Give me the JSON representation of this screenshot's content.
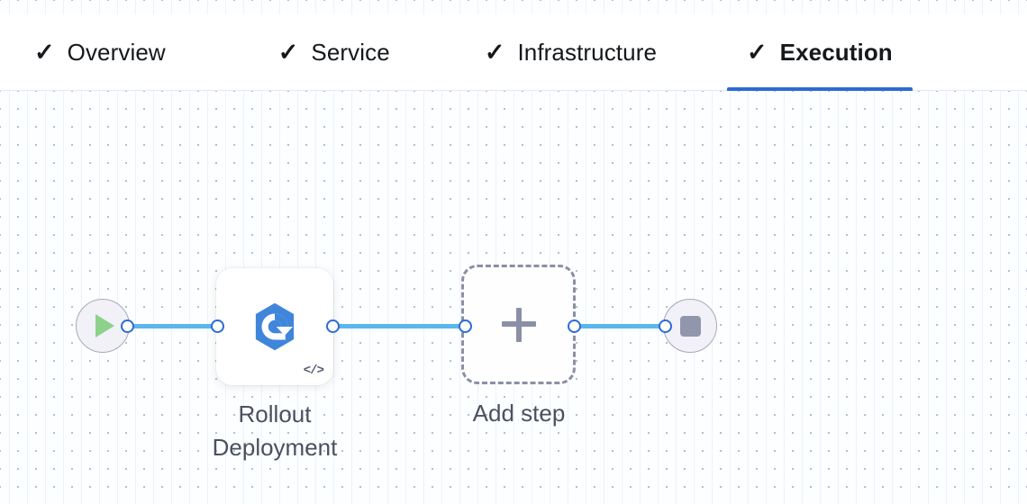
{
  "tabs": [
    {
      "label": "Overview",
      "icon": "check-icon",
      "state": "complete",
      "active": false
    },
    {
      "label": "Service",
      "icon": "check-icon",
      "state": "complete",
      "active": false
    },
    {
      "label": "Infrastructure",
      "icon": "check-icon",
      "state": "complete",
      "active": false
    },
    {
      "label": "Execution",
      "icon": "check-icon",
      "state": "complete",
      "active": true
    }
  ],
  "icons": {
    "check": "✓"
  },
  "pipeline": {
    "start_node": {
      "name": "start-node",
      "icon": "play-icon"
    },
    "end_node": {
      "name": "end-node",
      "icon": "stop-icon"
    },
    "steps": [
      {
        "label": "Rollout Deployment",
        "icon": "rollout-hexagon-icon",
        "badge": "</>"
      }
    ],
    "add_step": {
      "label": "Add step",
      "icon": "plus-icon"
    }
  },
  "colors": {
    "accent_blue": "#2b6cd4",
    "edge_blue": "#5bb6f0",
    "logo_blue": "#3f86db",
    "play_green": "#8ed18b",
    "stop_gray": "#9296ad",
    "label_gray": "#4b5061",
    "dashed_border": "#8b8fa6"
  }
}
